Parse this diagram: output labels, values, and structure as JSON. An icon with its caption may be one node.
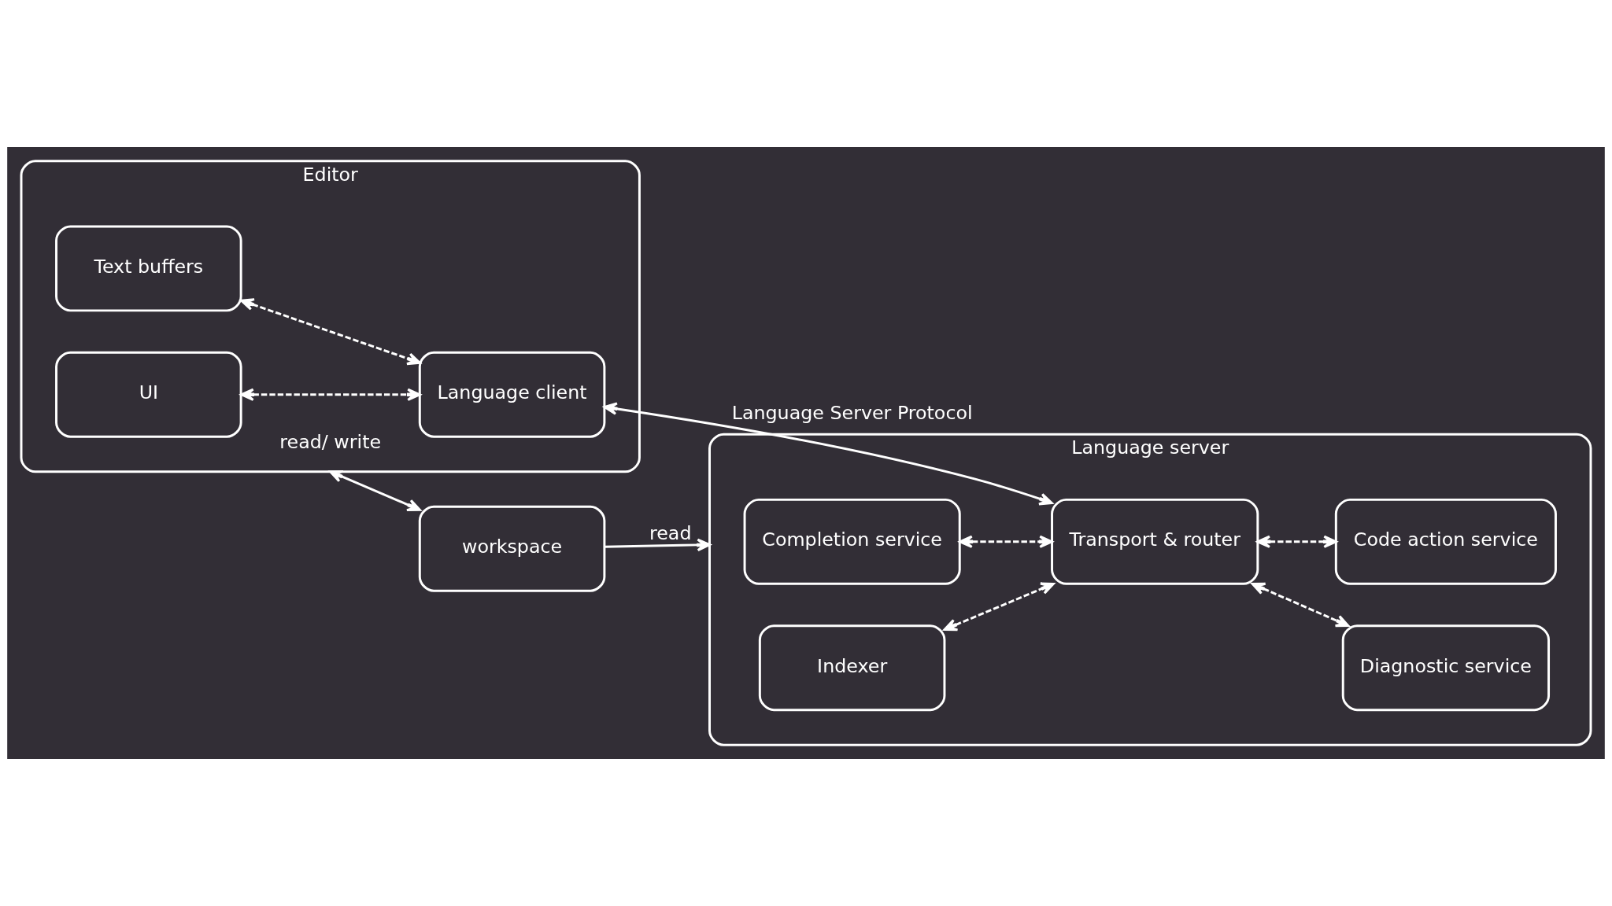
{
  "diagram": {
    "nodes": [
      {
        "text": [
          "Editor"
        ]
      },
      {
        "text": [
          "UI"
        ],
        "in": 0
      },
      {
        "text": [
          "Text buffers"
        ],
        "in": 0
      },
      {
        "text": [
          "Language client"
        ],
        "in": 0
      },
      {
        "text": [
          "workspace"
        ]
      },
      {
        "text": [
          "Language server"
        ]
      },
      {
        "text": [
          "Completion service"
        ],
        "in": 5
      },
      {
        "text": [
          "Indexer"
        ],
        "in": 5
      },
      {
        "text": [
          "Transport & router"
        ],
        "in": 5
      },
      {
        "text": [
          "Diagnostic service"
        ],
        "in": 5
      },
      {
        "text": [
          "Code action service"
        ],
        "in": 5
      }
    ],
    "edges": [
      {
        "from": 0,
        "to": 4,
        "arrow": "both",
        "label": "read/ write"
      },
      {
        "from": 4,
        "to": 5,
        "arrow": "to",
        "label": "read"
      },
      {
        "from": 1,
        "to": 3,
        "arrow": "both",
        "style": "dashed"
      },
      {
        "from": 2,
        "to": 3,
        "arrow": "both",
        "style": "dashed"
      },
      {
        "from": 3,
        "to": 8,
        "arrow": "both",
        "label": "Language Server Protocol"
      },
      {
        "from": 6,
        "to": 8,
        "arrow": "both",
        "style": "dashed"
      },
      {
        "from": 7,
        "to": 8,
        "arrow": "both",
        "style": "dashed"
      },
      {
        "from": 8,
        "to": 9,
        "arrow": "both",
        "style": "dashed"
      },
      {
        "from": 8,
        "to": 10,
        "arrow": "both",
        "style": "dashed"
      }
    ]
  }
}
